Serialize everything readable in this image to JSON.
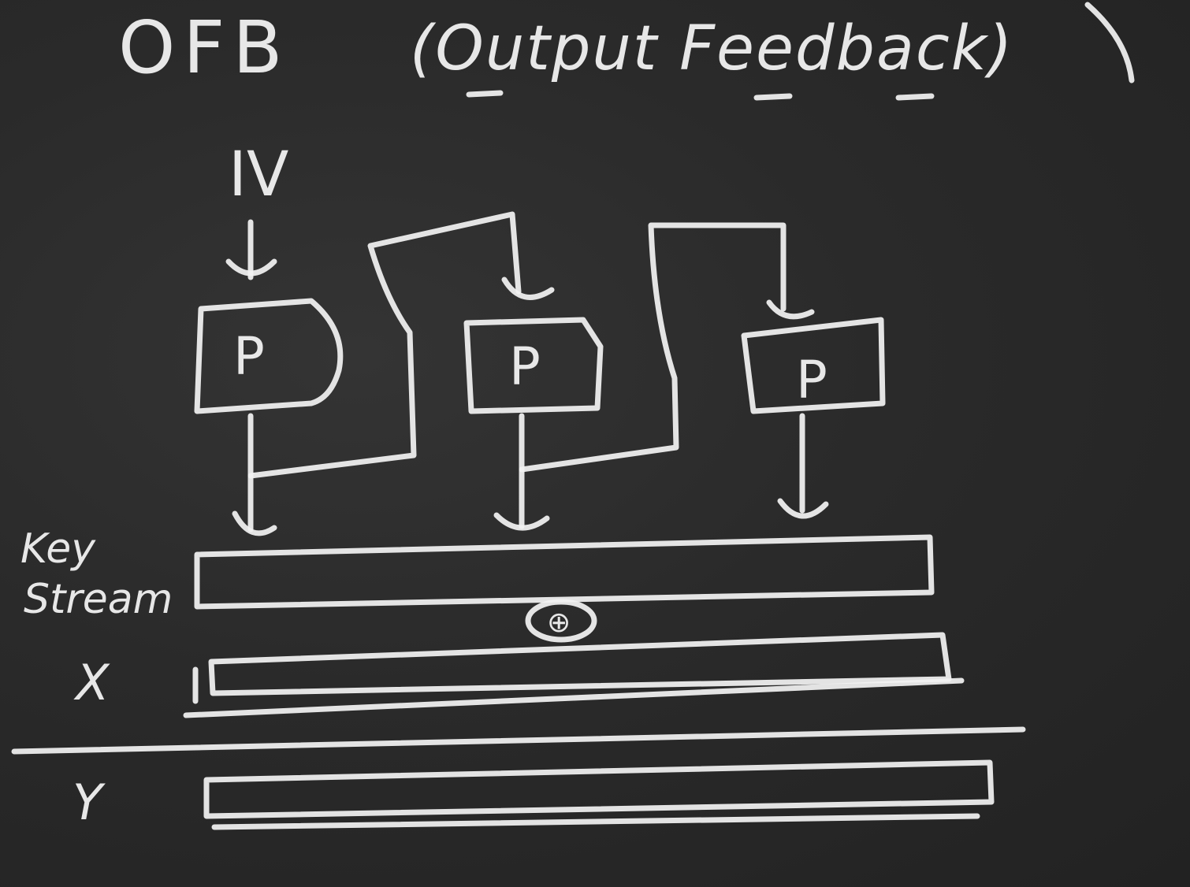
{
  "title": "OFB",
  "subtitle": "(Output Feedback)",
  "input_label": "IV",
  "blocks": [
    "P",
    "P",
    "P"
  ],
  "keystream_label_line1": "Key",
  "keystream_label_line2": "Stream",
  "xor_symbol": "⊕",
  "row_x_label": "X",
  "row_y_label": "Y"
}
